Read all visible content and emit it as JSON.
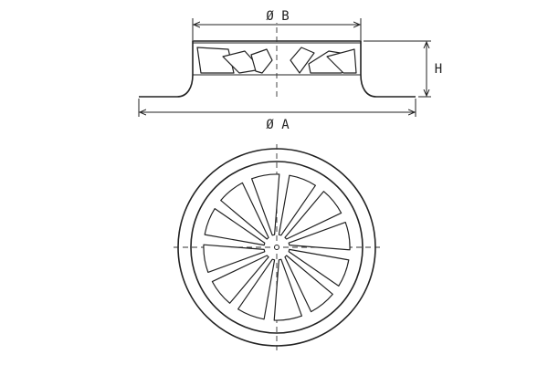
{
  "dimensions": {
    "diameter_b": "Ø B",
    "height": "H",
    "diameter_a": "Ø A"
  },
  "front_view": {
    "vane_count": 12
  }
}
